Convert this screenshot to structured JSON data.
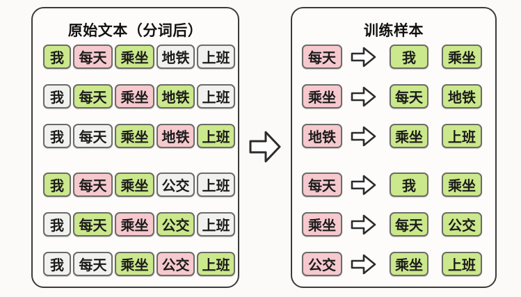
{
  "panels": {
    "source": {
      "title": "原始文本（分词后）",
      "rows": [
        {
          "cells": [
            {
              "text": "我",
              "color": "green"
            },
            {
              "text": "每天",
              "color": "pink"
            },
            {
              "text": "乘坐",
              "color": "green"
            },
            {
              "text": "地铁",
              "color": "gray"
            },
            {
              "text": "上班",
              "color": "gray"
            }
          ]
        },
        {
          "cells": [
            {
              "text": "我",
              "color": "gray"
            },
            {
              "text": "每天",
              "color": "green"
            },
            {
              "text": "乘坐",
              "color": "pink"
            },
            {
              "text": "地铁",
              "color": "green"
            },
            {
              "text": "上班",
              "color": "gray"
            }
          ]
        },
        {
          "cells": [
            {
              "text": "我",
              "color": "gray"
            },
            {
              "text": "每天",
              "color": "gray"
            },
            {
              "text": "乘坐",
              "color": "green"
            },
            {
              "text": "地铁",
              "color": "pink"
            },
            {
              "text": "上班",
              "color": "green"
            }
          ]
        },
        {
          "cells": [
            {
              "text": "我",
              "color": "green"
            },
            {
              "text": "每天",
              "color": "pink"
            },
            {
              "text": "乘坐",
              "color": "green"
            },
            {
              "text": "公交",
              "color": "gray"
            },
            {
              "text": "上班",
              "color": "gray"
            }
          ]
        },
        {
          "cells": [
            {
              "text": "我",
              "color": "gray"
            },
            {
              "text": "每天",
              "color": "green"
            },
            {
              "text": "乘坐",
              "color": "pink"
            },
            {
              "text": "公交",
              "color": "green"
            },
            {
              "text": "上班",
              "color": "gray"
            }
          ]
        },
        {
          "cells": [
            {
              "text": "我",
              "color": "gray"
            },
            {
              "text": "每天",
              "color": "gray"
            },
            {
              "text": "乘坐",
              "color": "green"
            },
            {
              "text": "公交",
              "color": "pink"
            },
            {
              "text": "上班",
              "color": "green"
            }
          ]
        }
      ]
    },
    "samples": {
      "title": "训练样本",
      "rows": [
        {
          "input": {
            "text": "每天",
            "color": "pink"
          },
          "outputs": [
            {
              "text": "我",
              "color": "green"
            },
            {
              "text": "乘坐",
              "color": "green"
            }
          ]
        },
        {
          "input": {
            "text": "乘坐",
            "color": "pink"
          },
          "outputs": [
            {
              "text": "每天",
              "color": "green"
            },
            {
              "text": "地铁",
              "color": "green"
            }
          ]
        },
        {
          "input": {
            "text": "地铁",
            "color": "pink"
          },
          "outputs": [
            {
              "text": "乘坐",
              "color": "green"
            },
            {
              "text": "上班",
              "color": "green"
            }
          ]
        },
        {
          "input": {
            "text": "每天",
            "color": "pink"
          },
          "outputs": [
            {
              "text": "我",
              "color": "green"
            },
            {
              "text": "乘坐",
              "color": "green"
            }
          ]
        },
        {
          "input": {
            "text": "乘坐",
            "color": "pink"
          },
          "outputs": [
            {
              "text": "每天",
              "color": "green"
            },
            {
              "text": "公交",
              "color": "green"
            }
          ]
        },
        {
          "input": {
            "text": "公交",
            "color": "pink"
          },
          "outputs": [
            {
              "text": "乘坐",
              "color": "green"
            },
            {
              "text": "上班",
              "color": "green"
            }
          ]
        }
      ]
    }
  },
  "colors": {
    "green": "#cbe88c",
    "pink": "#f6c9ce",
    "gray": "#f1f1ef",
    "chip_border": "#6b6b66",
    "panel_border": "#3a3a38",
    "background": "#fbfaf8",
    "arrow_fill": "#ffffff",
    "arrow_stroke": "#2b2b2b"
  }
}
